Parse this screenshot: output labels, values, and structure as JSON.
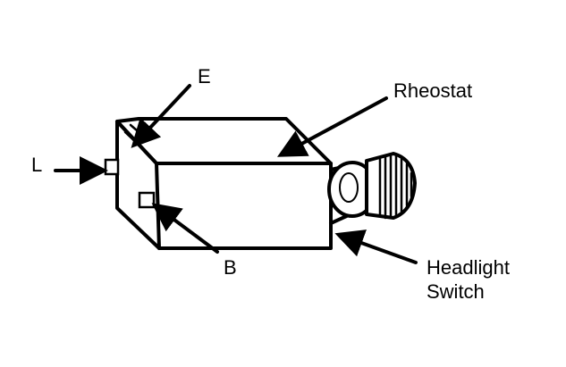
{
  "labels": {
    "e": "E",
    "l": "L",
    "b": "B",
    "rheostat": "Rheostat",
    "headlight_line1": "Headlight",
    "headlight_line2": "Switch"
  },
  "colors": {
    "ink": "#000000",
    "background": "#ffffff"
  }
}
